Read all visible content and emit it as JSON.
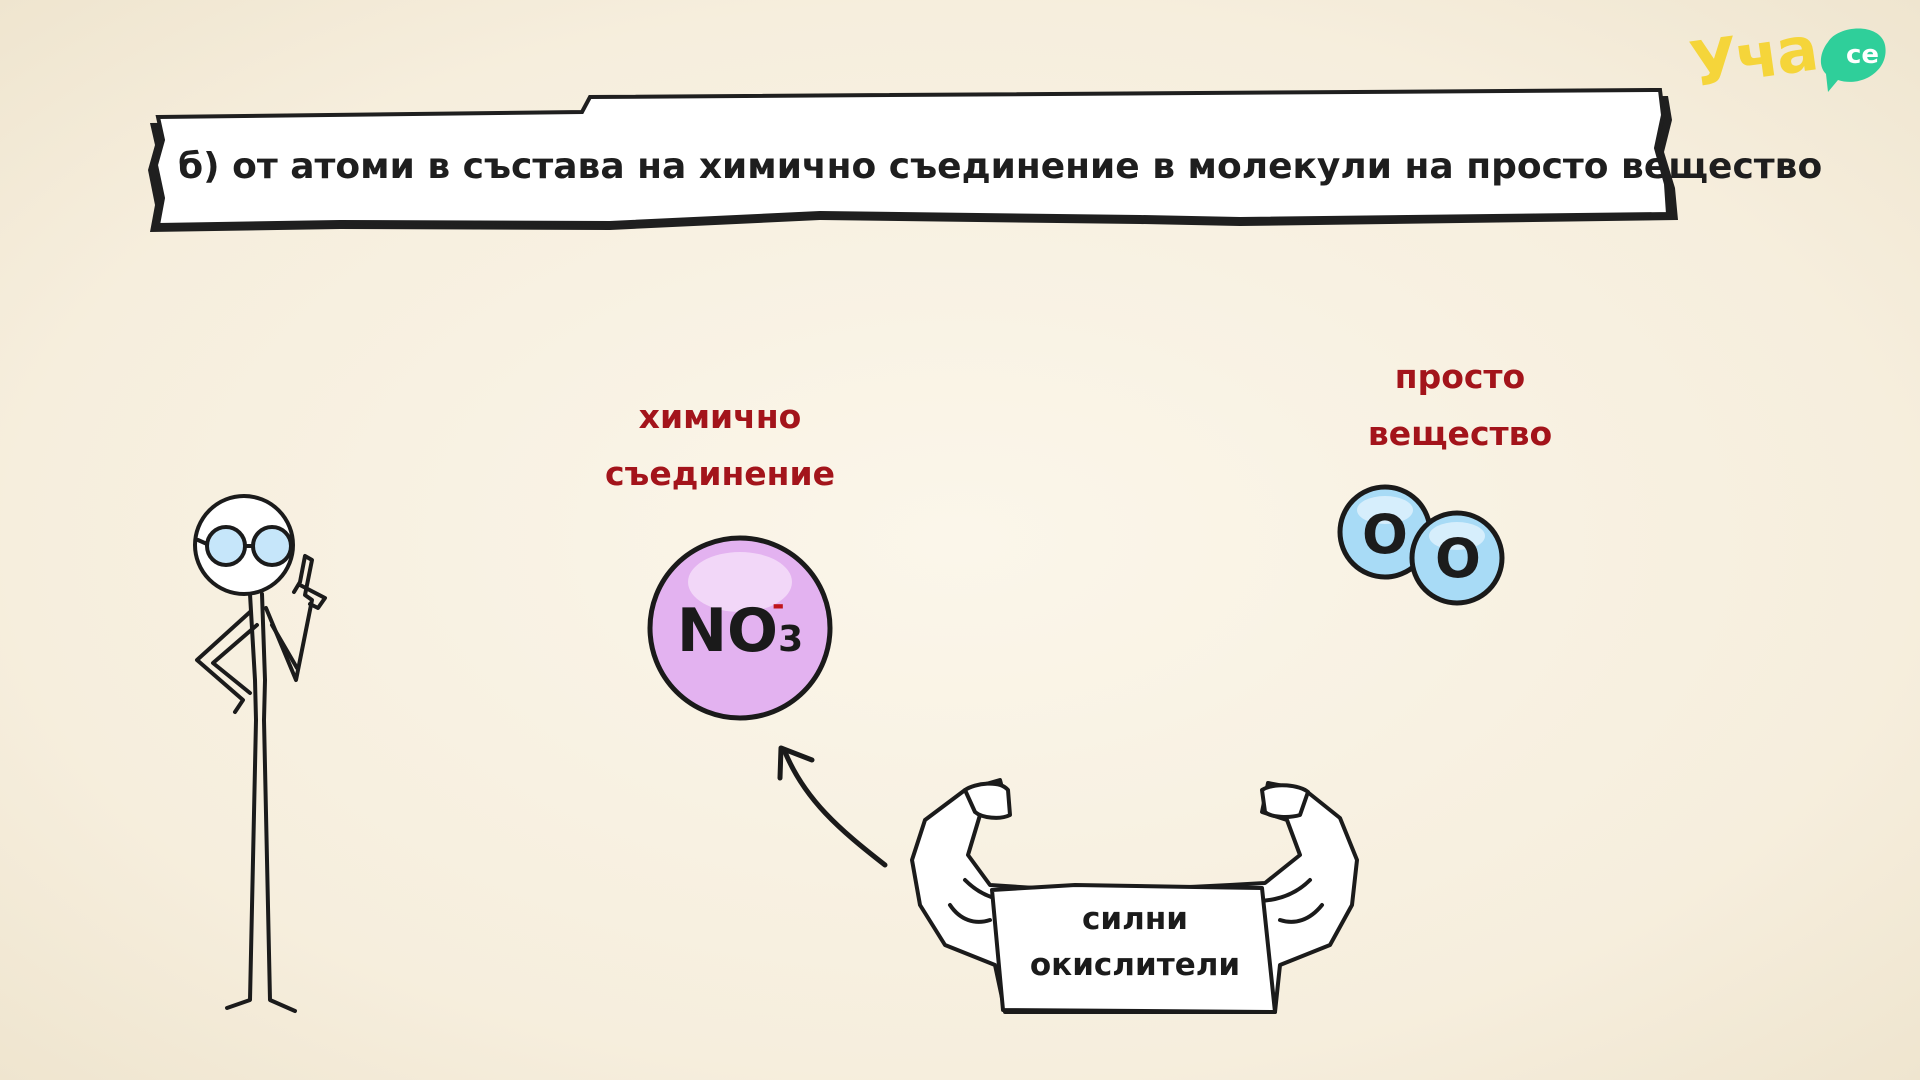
{
  "banner": {
    "text": "б) от атоми в състава на химично съединение в молекули на просто вещество"
  },
  "compound": {
    "label_line1": "химично",
    "label_line2": "съединение",
    "formula_main": "NO",
    "formula_sub": "3",
    "formula_charge": "-"
  },
  "simple_substance": {
    "label_line1": "просто",
    "label_line2": "вещество",
    "atom1": "O",
    "atom2": "O"
  },
  "oxidizers": {
    "line1": "силни",
    "line2": "окислители"
  },
  "logo": {
    "text": "Уча",
    "badge": "се"
  },
  "colors": {
    "background": "#f8f1e2",
    "label_red": "#a3141b",
    "compound_fill": "#e4b4f0",
    "oxygen_fill": "#a9dcf7",
    "logo_yellow": "#f5d53a",
    "logo_green": "#2fcf9a"
  }
}
